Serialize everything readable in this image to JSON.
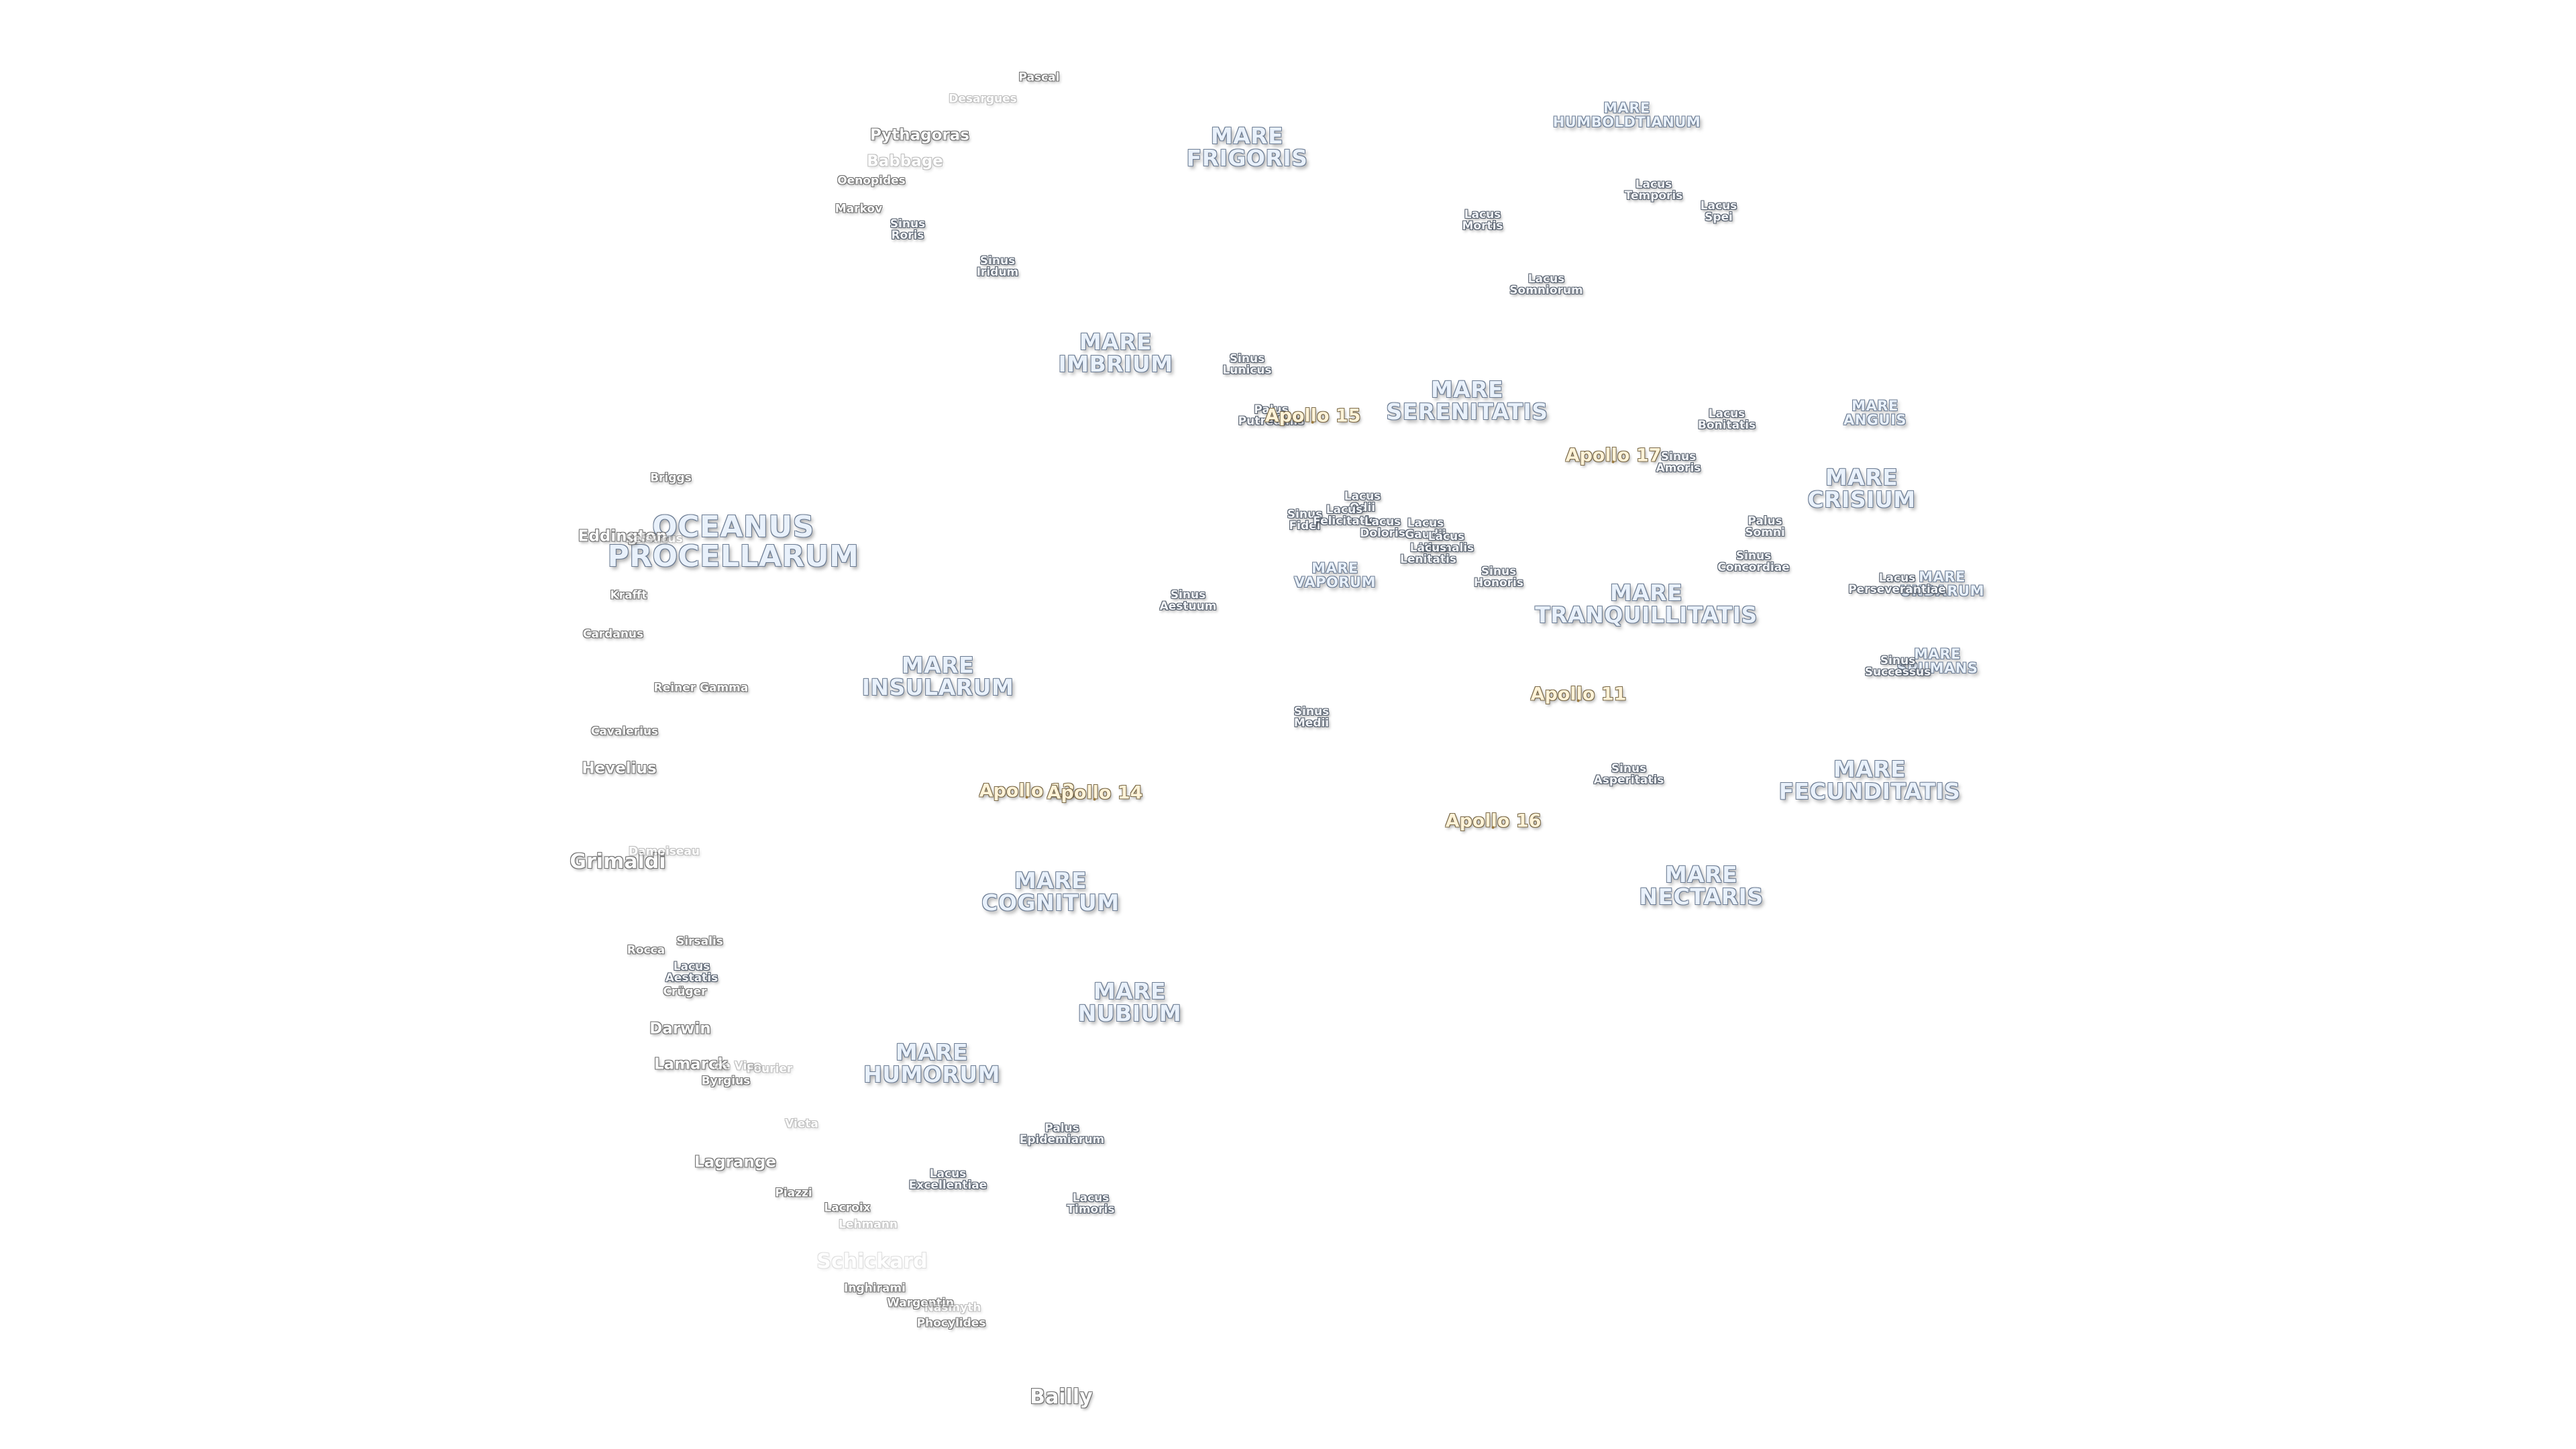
{
  "maria": [
    {
      "id": "oceanus-procellarum",
      "lines": [
        "OCEANUS",
        "PROCELLARUM"
      ],
      "size": "big"
    },
    {
      "id": "mare-frigoris",
      "lines": [
        "MARE",
        "FRIGORIS"
      ],
      "size": "normal"
    },
    {
      "id": "mare-imbrium",
      "lines": [
        "MARE",
        "IMBRIUM"
      ],
      "size": "normal"
    },
    {
      "id": "mare-serenitatis",
      "lines": [
        "MARE",
        "SERENITATIS"
      ],
      "size": "normal"
    },
    {
      "id": "mare-tranquillitatis",
      "lines": [
        "MARE",
        "TRANQUILLITATIS"
      ],
      "size": "normal"
    },
    {
      "id": "mare-crisium",
      "lines": [
        "MARE",
        "CRISIUM"
      ],
      "size": "normal"
    },
    {
      "id": "mare-fecunditatis",
      "lines": [
        "MARE",
        "FECUNDITATIS"
      ],
      "size": "normal"
    },
    {
      "id": "mare-nectaris",
      "lines": [
        "MARE",
        "NECTARIS"
      ],
      "size": "normal"
    },
    {
      "id": "mare-nubium",
      "lines": [
        "MARE",
        "NUBIUM"
      ],
      "size": "normal"
    },
    {
      "id": "mare-humorum",
      "lines": [
        "MARE",
        "HUMORUM"
      ],
      "size": "normal"
    },
    {
      "id": "mare-cognitum",
      "lines": [
        "MARE",
        "COGNITUM"
      ],
      "size": "normal"
    },
    {
      "id": "mare-insularum",
      "lines": [
        "MARE",
        "INSULARUM"
      ],
      "size": "normal"
    },
    {
      "id": "mare-vaporum",
      "lines": [
        "MARE",
        "VAPORUM"
      ],
      "size": "small"
    },
    {
      "id": "mare-humboldtianum",
      "lines": [
        "MARE",
        "HUMBOLDTIANUM"
      ],
      "size": "small"
    },
    {
      "id": "mare-anguis",
      "lines": [
        "MARE",
        "ANGUIS"
      ],
      "size": "small"
    },
    {
      "id": "mare-undarum",
      "lines": [
        "MARE",
        "UNDARUM"
      ],
      "size": "small"
    },
    {
      "id": "mare-spumans",
      "lines": [
        "MARE",
        "SPUMANS"
      ],
      "size": "small"
    }
  ],
  "minor_features": [
    {
      "id": "sinus-roris",
      "lines": [
        "Sinus",
        "Roris"
      ]
    },
    {
      "id": "sinus-iridum",
      "lines": [
        "Sinus",
        "Iridum"
      ]
    },
    {
      "id": "sinus-lunicus",
      "lines": [
        "Sinus",
        "Lunicus"
      ]
    },
    {
      "id": "palus-putredinis",
      "lines": [
        "Palus",
        "Putredinis"
      ]
    },
    {
      "id": "lacus-mortis",
      "lines": [
        "Lacus",
        "Mortis"
      ]
    },
    {
      "id": "lacus-temporis",
      "lines": [
        "Lacus",
        "Temporis"
      ]
    },
    {
      "id": "lacus-spei",
      "lines": [
        "Lacus",
        "Spei"
      ]
    },
    {
      "id": "lacus-somniorum",
      "lines": [
        "Lacus",
        "Somniorum"
      ]
    },
    {
      "id": "lacus-bonitatis",
      "lines": [
        "Lacus",
        "Bonitatis"
      ]
    },
    {
      "id": "sinus-amoris",
      "lines": [
        "Sinus",
        "Amoris"
      ]
    },
    {
      "id": "palus-somni",
      "lines": [
        "Palus",
        "Somni"
      ]
    },
    {
      "id": "sinus-concordiae",
      "lines": [
        "Sinus",
        "Concordiae"
      ]
    },
    {
      "id": "lacus-perseverantiae",
      "lines": [
        "Lacus",
        "Perseverantiae"
      ]
    },
    {
      "id": "sinus-successus",
      "lines": [
        "Sinus",
        "Successus"
      ]
    },
    {
      "id": "sinus-fidei",
      "lines": [
        "Sinus",
        "Fidei"
      ]
    },
    {
      "id": "lacus-odii",
      "lines": [
        "Lacus",
        "Odii"
      ]
    },
    {
      "id": "lacus-felicitatis",
      "lines": [
        "Lacus",
        "Felicitatis"
      ]
    },
    {
      "id": "lacus-doloris",
      "lines": [
        "Lacus",
        "Doloris"
      ]
    },
    {
      "id": "lacus-gaudii",
      "lines": [
        "Lacus",
        "Gaudii"
      ]
    },
    {
      "id": "lacus-hiemalis",
      "lines": [
        "Lacus",
        "Hiemalis"
      ]
    },
    {
      "id": "lacus-lenitatis",
      "lines": [
        "Lacus",
        "Lenitatis"
      ]
    },
    {
      "id": "sinus-honoris",
      "lines": [
        "Sinus",
        "Honoris"
      ]
    },
    {
      "id": "sinus-aestuum",
      "lines": [
        "Sinus",
        "Aestuum"
      ]
    },
    {
      "id": "sinus-medii",
      "lines": [
        "Sinus",
        "Medii"
      ]
    },
    {
      "id": "sinus-asperitatis",
      "lines": [
        "Sinus",
        "Asperitatis"
      ]
    },
    {
      "id": "lacus-aestatis",
      "lines": [
        "Lacus",
        "Aestatis"
      ]
    },
    {
      "id": "palus-epidemiarum",
      "lines": [
        "Palus",
        "Epidemiarum"
      ]
    },
    {
      "id": "lacus-excellentiae",
      "lines": [
        "Lacus",
        "Excellentiae"
      ]
    },
    {
      "id": "lacus-timoris",
      "lines": [
        "Lacus",
        "Timoris"
      ]
    }
  ],
  "craters": [
    {
      "id": "pascal",
      "name": "Pascal",
      "tone": "normal",
      "size": "normal"
    },
    {
      "id": "desargues",
      "name": "Desargues",
      "tone": "faint",
      "size": "normal"
    },
    {
      "id": "pythagoras",
      "name": "Pythagoras",
      "tone": "normal",
      "size": "med"
    },
    {
      "id": "babbage",
      "name": "Babbage",
      "tone": "faint",
      "size": "med"
    },
    {
      "id": "oenopides",
      "name": "Oenopides",
      "tone": "normal",
      "size": "normal"
    },
    {
      "id": "markov",
      "name": "Markov",
      "tone": "normal",
      "size": "normal"
    },
    {
      "id": "briggs",
      "name": "Briggs",
      "tone": "normal",
      "size": "normal"
    },
    {
      "id": "eddington",
      "name": "Eddington",
      "tone": "normal",
      "size": "med"
    },
    {
      "id": "seleucus",
      "name": "Seleucus",
      "tone": "faint",
      "size": "normal"
    },
    {
      "id": "krafft",
      "name": "Krafft",
      "tone": "normal",
      "size": "normal"
    },
    {
      "id": "cardanus",
      "name": "Cardanus",
      "tone": "normal",
      "size": "normal"
    },
    {
      "id": "reiner-gamma",
      "name": "Reiner Gamma",
      "tone": "normal",
      "size": "normal"
    },
    {
      "id": "cavalerius",
      "name": "Cavalerius",
      "tone": "normal",
      "size": "normal"
    },
    {
      "id": "hevelius",
      "name": "Hevelius",
      "tone": "normal",
      "size": "med"
    },
    {
      "id": "grimaldi",
      "name": "Grimaldi",
      "tone": "normal",
      "size": "big"
    },
    {
      "id": "damoiseau",
      "name": "Damoiseau",
      "tone": "faint",
      "size": "normal"
    },
    {
      "id": "rocca",
      "name": "Rocca",
      "tone": "normal",
      "size": "normal"
    },
    {
      "id": "sirsalis",
      "name": "Sirsalis",
      "tone": "normal",
      "size": "normal"
    },
    {
      "id": "cruger",
      "name": "Crüger",
      "tone": "normal",
      "size": "normal"
    },
    {
      "id": "darwin",
      "name": "Darwin",
      "tone": "normal",
      "size": "med"
    },
    {
      "id": "lamarck",
      "name": "Lamarck",
      "tone": "normal",
      "size": "med"
    },
    {
      "id": "de-vico",
      "name": "de Vico",
      "tone": "faint",
      "size": "normal"
    },
    {
      "id": "fourier",
      "name": "Fourier",
      "tone": "faint",
      "size": "normal"
    },
    {
      "id": "byrgius",
      "name": "Byrgius",
      "tone": "normal",
      "size": "normal"
    },
    {
      "id": "vieta",
      "name": "Vieta",
      "tone": "faint",
      "size": "normal"
    },
    {
      "id": "lagrange",
      "name": "Lagrange",
      "tone": "normal",
      "size": "med"
    },
    {
      "id": "piazzi",
      "name": "Piazzi",
      "tone": "normal",
      "size": "normal"
    },
    {
      "id": "lacroix",
      "name": "Lacroix",
      "tone": "normal",
      "size": "normal"
    },
    {
      "id": "lehmann",
      "name": "Lehmann",
      "tone": "faint",
      "size": "normal"
    },
    {
      "id": "schickard",
      "name": "Schickard",
      "tone": "vfaint",
      "size": "big"
    },
    {
      "id": "inghirami",
      "name": "Inghirami",
      "tone": "normal",
      "size": "normal"
    },
    {
      "id": "wargentin",
      "name": "Wargentin",
      "tone": "normal",
      "size": "normal"
    },
    {
      "id": "nasmyth",
      "name": "Nasmyth",
      "tone": "faint",
      "size": "normal"
    },
    {
      "id": "phocylides",
      "name": "Phocylides",
      "tone": "normal",
      "size": "normal"
    },
    {
      "id": "bailly",
      "name": "Bailly",
      "tone": "normal",
      "size": "big"
    }
  ],
  "landing_sites": [
    {
      "id": "apollo-11",
      "name": "Apollo 11"
    },
    {
      "id": "apollo-12",
      "name": "Apollo 12"
    },
    {
      "id": "apollo-14",
      "name": "Apollo 14"
    },
    {
      "id": "apollo-15",
      "name": "Apollo 15"
    },
    {
      "id": "apollo-16",
      "name": "Apollo 16"
    },
    {
      "id": "apollo-17",
      "name": "Apollo 17"
    }
  ]
}
